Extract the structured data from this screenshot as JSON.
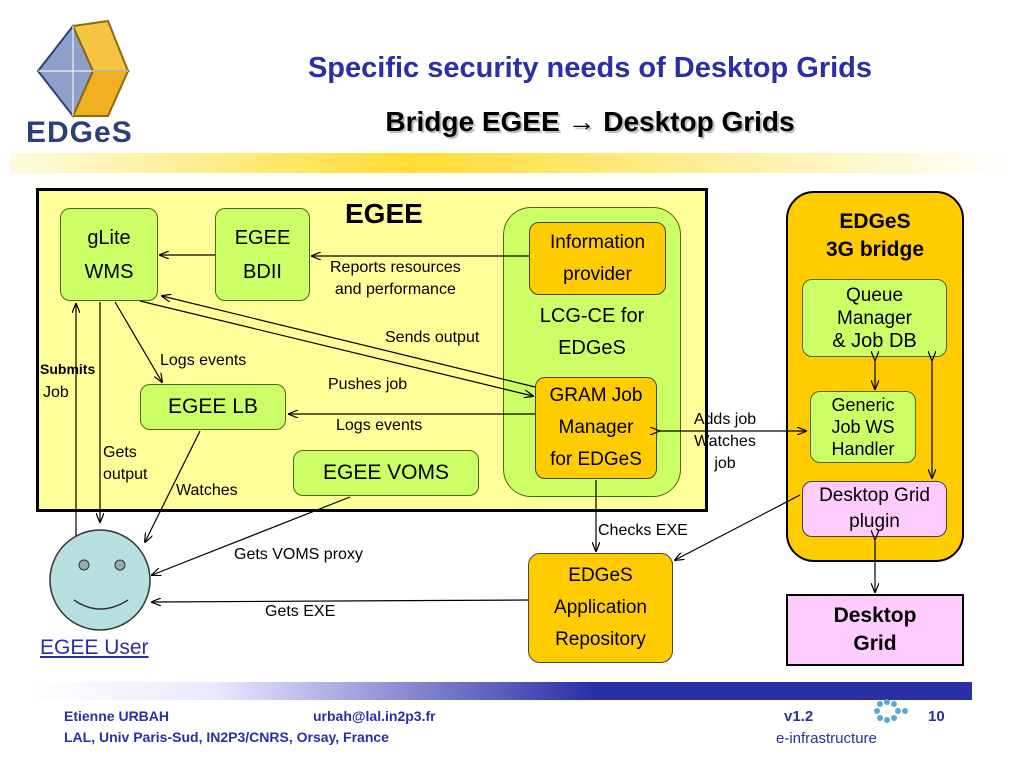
{
  "header": {
    "logo_text": "EDGeS",
    "title": "Specific security needs of Desktop Grids",
    "subtitle_prefix": "Bridge  EGEE ",
    "subtitle_arrow": "→",
    "subtitle_suffix": " Desktop Grids"
  },
  "diagram": {
    "egee_title": "EGEE",
    "glite": [
      "gLite",
      "WMS"
    ],
    "bdii": [
      "EGEE",
      "BDII"
    ],
    "info_provider": [
      "Information",
      "provider"
    ],
    "lcg_ce": [
      "LCG-CE for",
      "EDGeS"
    ],
    "gram": [
      "GRAM Job",
      "Manager",
      "for EDGeS"
    ],
    "egee_lb": "EGEE LB",
    "egee_voms": "EGEE VOMS",
    "bridge_title": [
      "EDGeS",
      "3G bridge"
    ],
    "queue_manager": [
      "Queue",
      "Manager",
      "& Job DB"
    ],
    "generic_job": [
      "Generic",
      "Job WS",
      "Handler"
    ],
    "dg_plugin": [
      "Desktop Grid",
      "plugin"
    ],
    "desktop_grid": [
      "Desktop",
      "Grid"
    ],
    "app_repo": [
      "EDGeS",
      "Application",
      "Repository"
    ],
    "user_label": "EGEE User",
    "labels": {
      "reports": [
        "Reports resources",
        "and performance"
      ],
      "sends_output": "Sends output",
      "logs_events_1": "Logs events",
      "pushes_job": "Pushes job",
      "logs_events_2": "Logs events",
      "submits": "Submits",
      "job": "Job",
      "gets_output": [
        "Gets",
        "output"
      ],
      "watches": "Watches",
      "adds_job": [
        "Adds job",
        "Watches",
        "job"
      ],
      "checks_exe": "Checks EXE",
      "gets_voms": "Gets VOMS proxy",
      "gets_exe": "Gets EXE"
    }
  },
  "footer": {
    "author": "Etienne URBAH",
    "email": "urbah@lal.in2p3.fr",
    "affiliation": "LAL, Univ Paris-Sud, IN2P3/CNRS, Orsay, France",
    "version": "v1.2",
    "page": "10",
    "einfra": "e-infrastructure"
  }
}
